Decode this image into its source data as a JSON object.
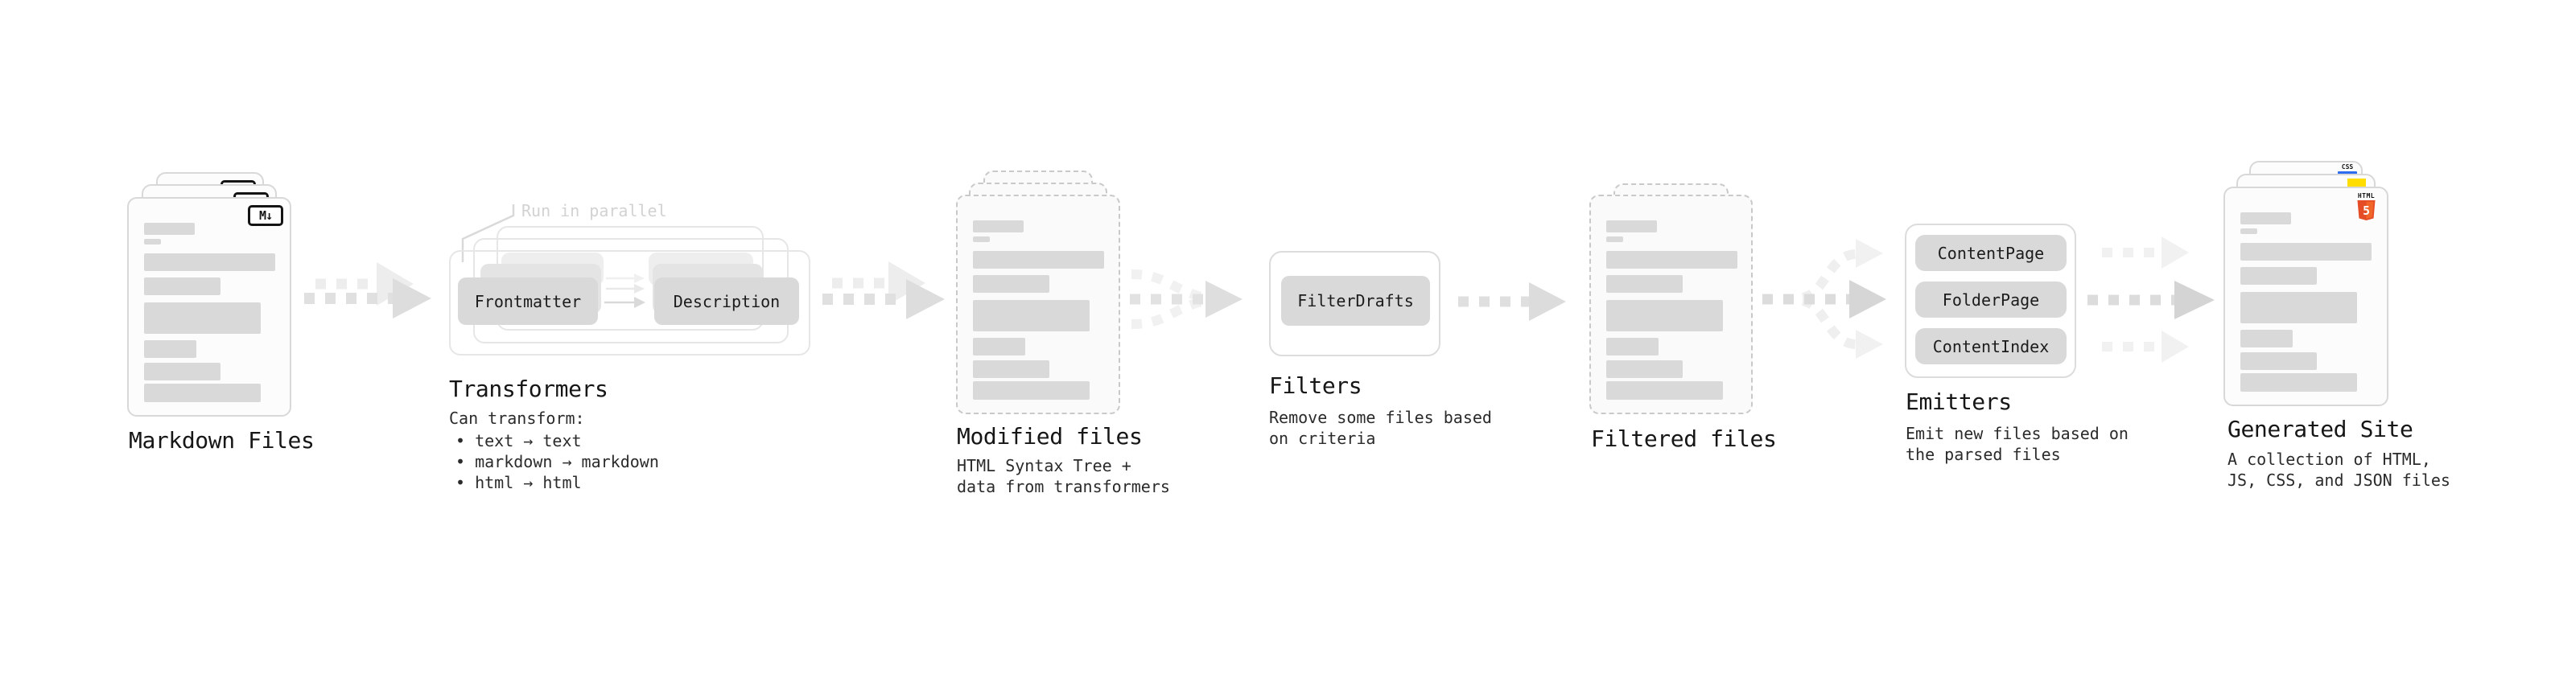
{
  "markdown": {
    "label": "Markdown Files",
    "badge": "M↓"
  },
  "transformers": {
    "annotation": "Run in parallel",
    "button_frontmatter": "Frontmatter",
    "button_description": "Description",
    "title": "Transformers",
    "desc_heading": "Can transform:",
    "bullets": [
      "• text → text",
      "• markdown → markdown",
      "• html → html"
    ]
  },
  "modified": {
    "title": "Modified files",
    "desc": [
      "HTML Syntax Tree +",
      "data from transformers"
    ]
  },
  "filters": {
    "button": "FilterDrafts",
    "title": "Filters",
    "desc": [
      "Remove some files based",
      "on criteria"
    ]
  },
  "filtered": {
    "title": "Filtered files"
  },
  "emitters": {
    "buttons": [
      "ContentPage",
      "FolderPage",
      "ContentIndex"
    ],
    "title": "Emitters",
    "desc": [
      "Emit new files based on",
      "the parsed files"
    ]
  },
  "generated": {
    "title": "Generated Site",
    "desc": [
      "A collection of HTML,",
      "JS, CSS, and JSON files"
    ],
    "css_badge_label": "CSS",
    "html_logo_word": "HTML",
    "html_logo_number": "5"
  },
  "colors": {
    "html5_orange": "#e44d26",
    "html5_orange_light": "#f16529",
    "css_blue": "#2f6bef",
    "js_yellow": "#ffdd00",
    "placeholder_gray": "#d9d9d9"
  }
}
